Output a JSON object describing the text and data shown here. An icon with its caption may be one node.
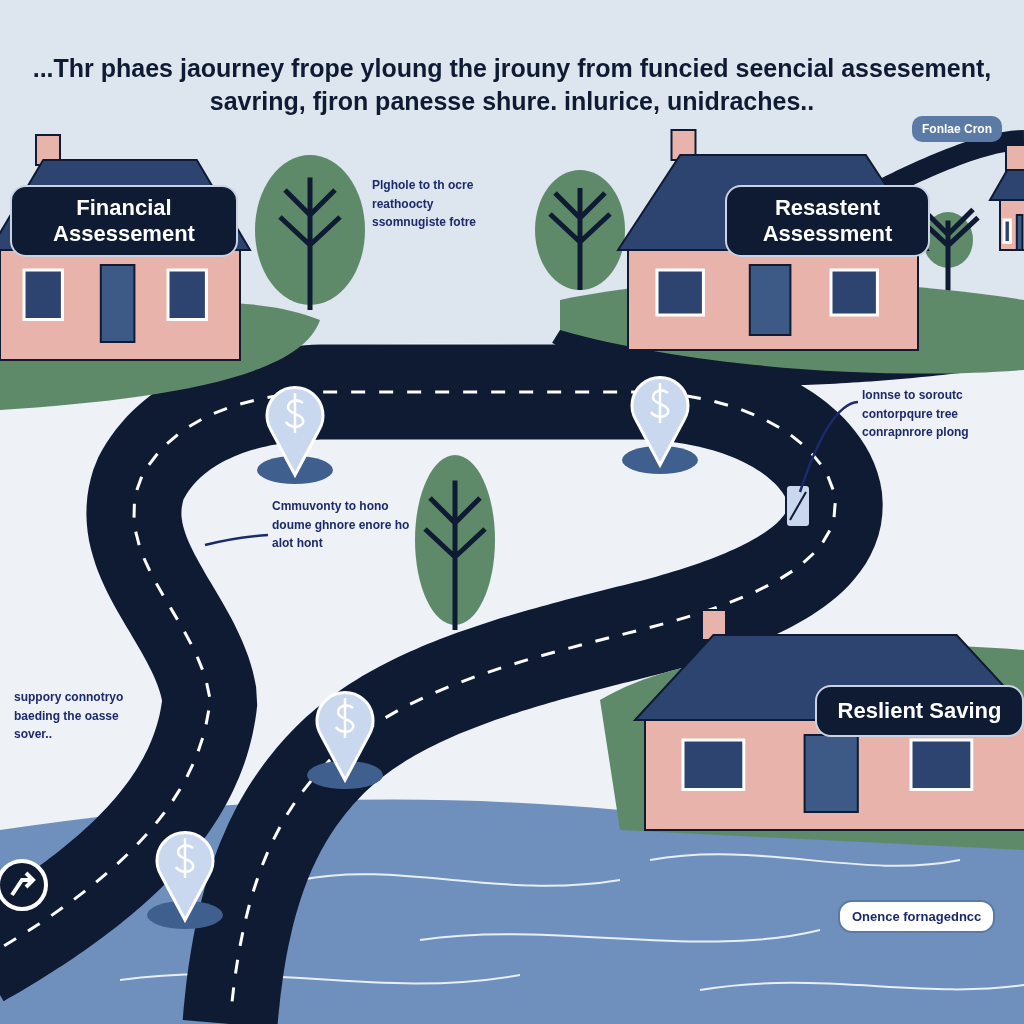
{
  "diagram": {
    "title": "...Thr phaes jaourney frope yloung the jrouny from funcied seencial assesement, savring, fjron panesse shure. inlurice, unidraches..",
    "nodes": [
      {
        "text": [
          "Financial Assessement"
        ]
      },
      {
        "text": [
          "Resastent Assessment"
        ]
      },
      {
        "text": [
          "Reslient Saving"
        ]
      },
      {
        "text": [
          "Cmmuvonty to hono doume ghnore enore ho alot hont"
        ]
      },
      {
        "text": [
          "lonnse to soroutc contorpqure tree conrapnrore plong"
        ]
      }
    ],
    "edges": [
      {
        "from": 3,
        "to": null,
        "arrow": "none"
      },
      {
        "from": 4,
        "to": null,
        "arrow": "none"
      }
    ],
    "labels": [
      "Fonlae Cron",
      "Plghole to th ocre reathoocty ssomnugiste fotre",
      "suppory connotryo baeding the oasse sover..",
      "Onence fornagedncc"
    ]
  }
}
